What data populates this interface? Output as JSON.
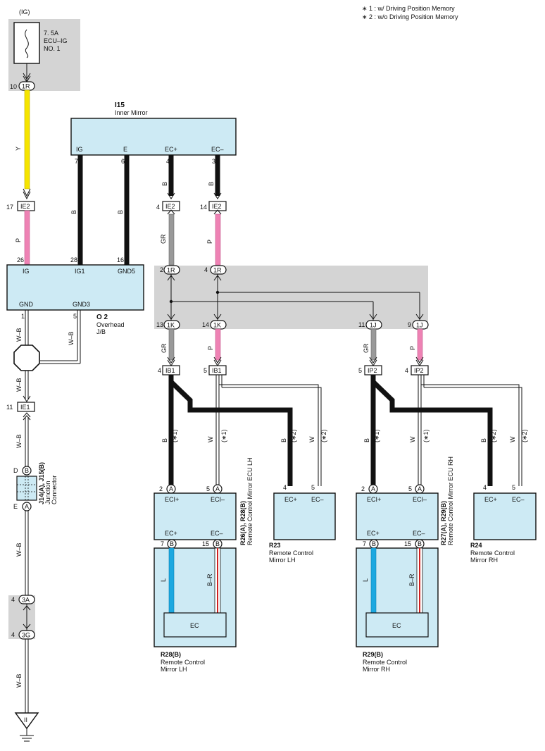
{
  "notes": {
    "n1": "∗ 1 : w/ Driving Position Memory",
    "n2": "∗ 2 : w/o Driving Position Memory"
  },
  "fuse": {
    "source": "(IG)",
    "line1": "7. 5A",
    "line2": "ECU–IG",
    "line3": "NO. 1",
    "pin": "10",
    "conn": "1R"
  },
  "inner_mirror": {
    "code": "I15",
    "name": "Inner Mirror",
    "terms": [
      "IG",
      "E",
      "EC+",
      "EC–"
    ],
    "pins": [
      "7",
      "6",
      "4",
      "3"
    ]
  },
  "overhead_jb": {
    "code": "O 2",
    "name1": "Overhead",
    "name2": "J/B",
    "terms_top": [
      "IG",
      "IG1",
      "GND5"
    ],
    "pins_top": [
      "26",
      "28",
      "16"
    ],
    "terms_bot": [
      "GND",
      "GND3"
    ],
    "pins_bot": [
      "1",
      "5"
    ]
  },
  "ie2": {
    "label": "IE2",
    "pin_left": "17",
    "pin_a": "4",
    "pin_b": "14"
  },
  "ie1": {
    "label": "IE1",
    "pin": "11"
  },
  "wires": {
    "y": "Y",
    "p": "P",
    "b": "B",
    "wb": "W–B",
    "gr": "GR",
    "w": "W",
    "l": "L",
    "br": "B–R",
    "s1": "(∗1)",
    "s2": "(∗2)"
  },
  "jb_conns": {
    "r1": "1R",
    "k1": "1K",
    "j1": "1J",
    "pins_r": [
      "2",
      "4"
    ],
    "pins_k": [
      "13",
      "14"
    ],
    "pins_j": [
      "11",
      "9"
    ]
  },
  "ib1": {
    "label": "IB1",
    "pins": [
      "4",
      "5"
    ]
  },
  "ip2": {
    "label": "IP2",
    "pins": [
      "5",
      "4"
    ]
  },
  "junction": {
    "label": "J14(A), J15(B)",
    "name1": "Junction",
    "name2": "Connector",
    "pin_d": "D",
    "pin_b": "B",
    "pin_e": "E",
    "pin_a": "A"
  },
  "ecu_lh": {
    "code": "R26(A), R28(B)",
    "name": "Remote Control Mirror ECU LH",
    "terms_top": [
      "ECI+",
      "ECI–"
    ],
    "pins_top": [
      "2",
      "5"
    ],
    "terms_bot": [
      "EC+",
      "EC–"
    ],
    "pins_bot": [
      "7",
      "15"
    ],
    "pin_letter_a": "A",
    "pin_letter_b": "B"
  },
  "ecu_rh": {
    "code": "R27(A), R29(B)",
    "name": "Remote Control Mirror ECU RH",
    "terms_top": [
      "ECI+",
      "ECI–"
    ],
    "pins_top": [
      "2",
      "5"
    ],
    "terms_bot": [
      "EC+",
      "EC–"
    ],
    "pins_bot": [
      "7",
      "15"
    ]
  },
  "r23": {
    "code": "R23",
    "name1": "Remote Control",
    "name2": "Mirror LH",
    "terms": [
      "EC+",
      "EC–"
    ],
    "pins": [
      "4",
      "5"
    ]
  },
  "r24": {
    "code": "R24",
    "name1": "Remote Control",
    "name2": "Mirror RH",
    "terms": [
      "EC+",
      "EC–"
    ],
    "pins": [
      "4",
      "5"
    ]
  },
  "r28b": {
    "code": "R28(B)",
    "name1": "Remote Control",
    "name2": "Mirror LH",
    "inner": "EC"
  },
  "r29b": {
    "code": "R29(B)",
    "name1": "Remote Control",
    "name2": "Mirror RH",
    "inner": "EC"
  },
  "gnd_conn": {
    "top": "3A",
    "bot": "3G",
    "pin": "4",
    "symbol": "II"
  },
  "colors": {
    "yellow": "#f5e400",
    "pink": "#ee82b4",
    "grey": "#999999",
    "blue": "#1ca8e0",
    "red": "#d02020"
  }
}
